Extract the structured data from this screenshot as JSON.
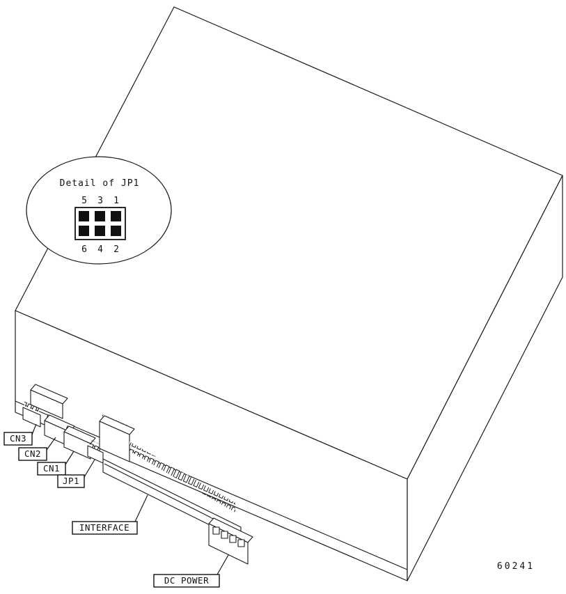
{
  "ink_color": "#1a1a1a",
  "figure": {
    "number": "60241",
    "callout": {
      "title": "Detail of JP1",
      "top_pins": [
        "5",
        "3",
        "1"
      ],
      "bottom_pins": [
        "6",
        "4",
        "2"
      ]
    },
    "labels": {
      "cn3": "CN3",
      "cn2": "CN2",
      "cn1": "CN1",
      "jp1": "JP1",
      "interface": "INTERFACE",
      "dc_power": "DC POWER"
    }
  }
}
